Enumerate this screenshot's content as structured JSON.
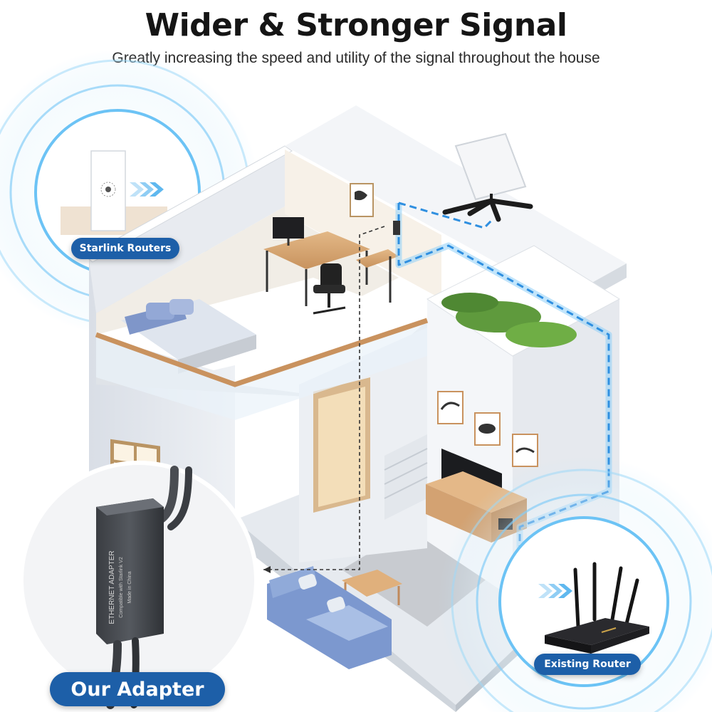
{
  "headline": "Wider & Stronger Signal",
  "subheadline": "Greatly increasing the speed and utility of the signal throughout the house",
  "labels": {
    "starlink": "Starlink Routers",
    "router": "Existing Router",
    "adapter": "Our Adapter"
  },
  "adapter_print": {
    "line1": "ETHERNET ADAPTER",
    "line2": "Compatible with Starlink V2",
    "line3": "Made in China"
  },
  "colors": {
    "accent": "#1d5fa8",
    "signal_line": "#3aa0ea",
    "ring": "#6cc3f5"
  }
}
